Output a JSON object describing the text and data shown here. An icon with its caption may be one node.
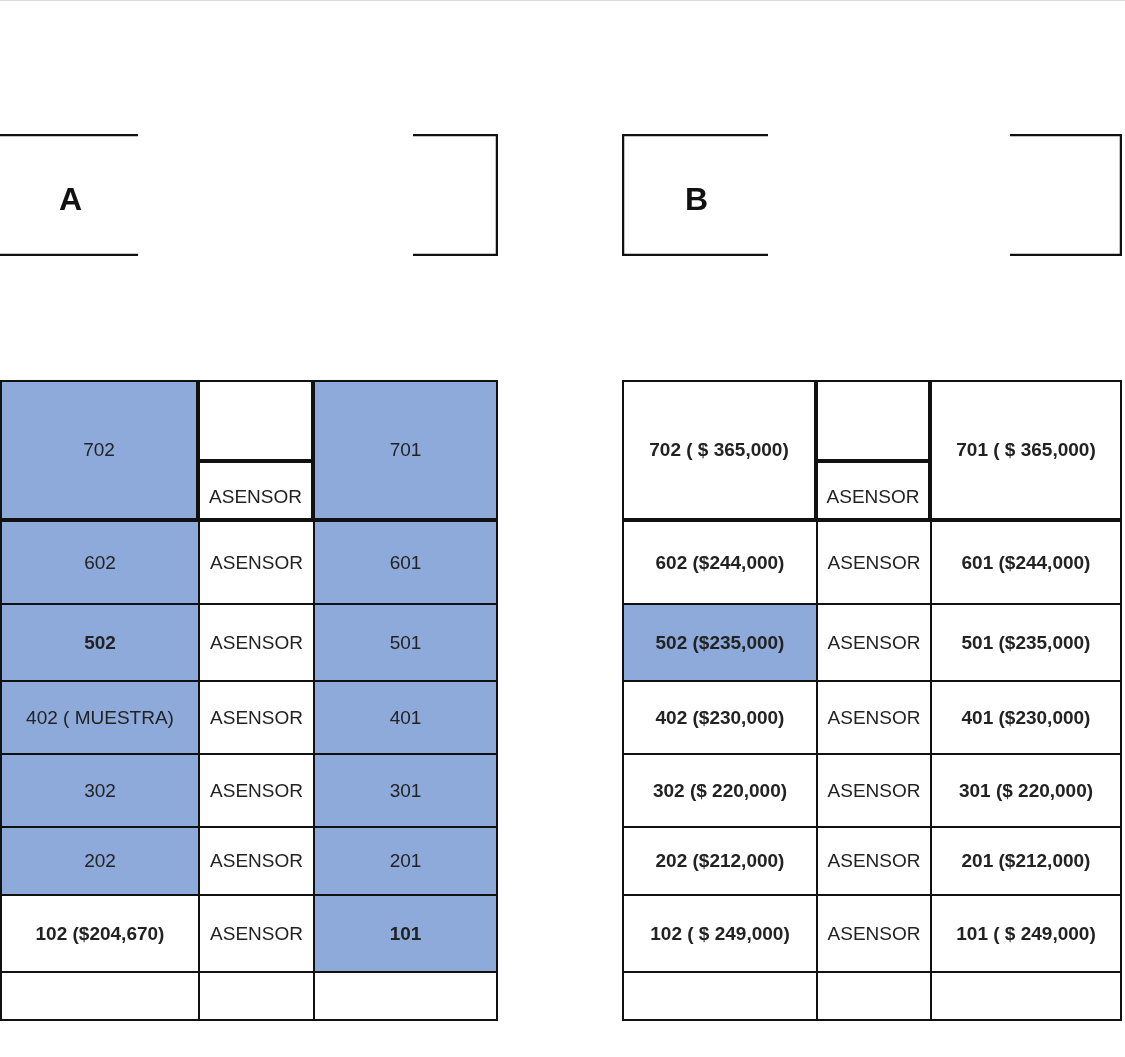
{
  "diagram": {
    "nodes": [
      {
        "text": [
          "A"
        ]
      },
      {
        "text": [
          "702"
        ]
      },
      {
        "text": [],
        "shape": "box"
      },
      {
        "text": [
          "ASENSOR"
        ]
      },
      {
        "text": [
          "701"
        ]
      },
      {
        "text": [
          "602"
        ]
      },
      {
        "text": [
          "ASENSOR"
        ]
      },
      {
        "text": [
          "601"
        ]
      },
      {
        "text": [
          "502"
        ]
      },
      {
        "text": [
          "ASENSOR"
        ]
      },
      {
        "text": [
          "501"
        ]
      },
      {
        "text": [
          "402 ( MUESTRA)"
        ]
      },
      {
        "text": [
          "ASENSOR"
        ]
      },
      {
        "text": [
          "401"
        ]
      },
      {
        "text": [
          "302"
        ]
      },
      {
        "text": [
          "ASENSOR"
        ]
      },
      {
        "text": [
          "301"
        ]
      },
      {
        "text": [
          "202"
        ]
      },
      {
        "text": [
          "ASENSOR"
        ]
      },
      {
        "text": [
          "201"
        ]
      },
      {
        "text": [
          "102 ($204,670)"
        ]
      },
      {
        "text": [
          "ASENSOR"
        ]
      },
      {
        "text": [
          "101"
        ]
      },
      {
        "text": [],
        "shape": "box"
      },
      {
        "text": [],
        "shape": "box"
      },
      {
        "text": [],
        "shape": "box"
      },
      {
        "text": [
          "B"
        ]
      },
      {
        "text": [
          "702 ( $ 365,000)"
        ]
      },
      {
        "text": [],
        "shape": "box"
      },
      {
        "text": [
          "ASENSOR"
        ]
      },
      {
        "text": [
          "701 ( $ 365,000)"
        ]
      },
      {
        "text": [
          "602 ($244,000)"
        ]
      },
      {
        "text": [
          "ASENSOR"
        ]
      },
      {
        "text": [
          "601 ($244,000)"
        ]
      },
      {
        "text": [
          "502 ($235,000)"
        ]
      },
      {
        "text": [
          "ASENSOR"
        ]
      },
      {
        "text": [
          "501 ($235,000)"
        ]
      },
      {
        "text": [
          "402 ($230,000)"
        ]
      },
      {
        "text": [
          "ASENSOR"
        ]
      },
      {
        "text": [
          "401 ($230,000)"
        ]
      },
      {
        "text": [
          "302 ($ 220,000)"
        ]
      },
      {
        "text": [
          "ASENSOR"
        ]
      },
      {
        "text": [
          "301 ($ 220,000)"
        ]
      },
      {
        "text": [
          "202 ($212,000)"
        ]
      },
      {
        "text": [
          "ASENSOR"
        ]
      },
      {
        "text": [
          "201 ($212,000)"
        ]
      },
      {
        "text": [
          "102 ( $ 249,000)"
        ]
      },
      {
        "text": [
          "ASENSOR"
        ]
      },
      {
        "text": [
          "101 ( $ 249,000)"
        ]
      },
      {
        "text": [],
        "shape": "box"
      },
      {
        "text": [],
        "shape": "box"
      },
      {
        "text": [],
        "shape": "box"
      }
    ]
  }
}
